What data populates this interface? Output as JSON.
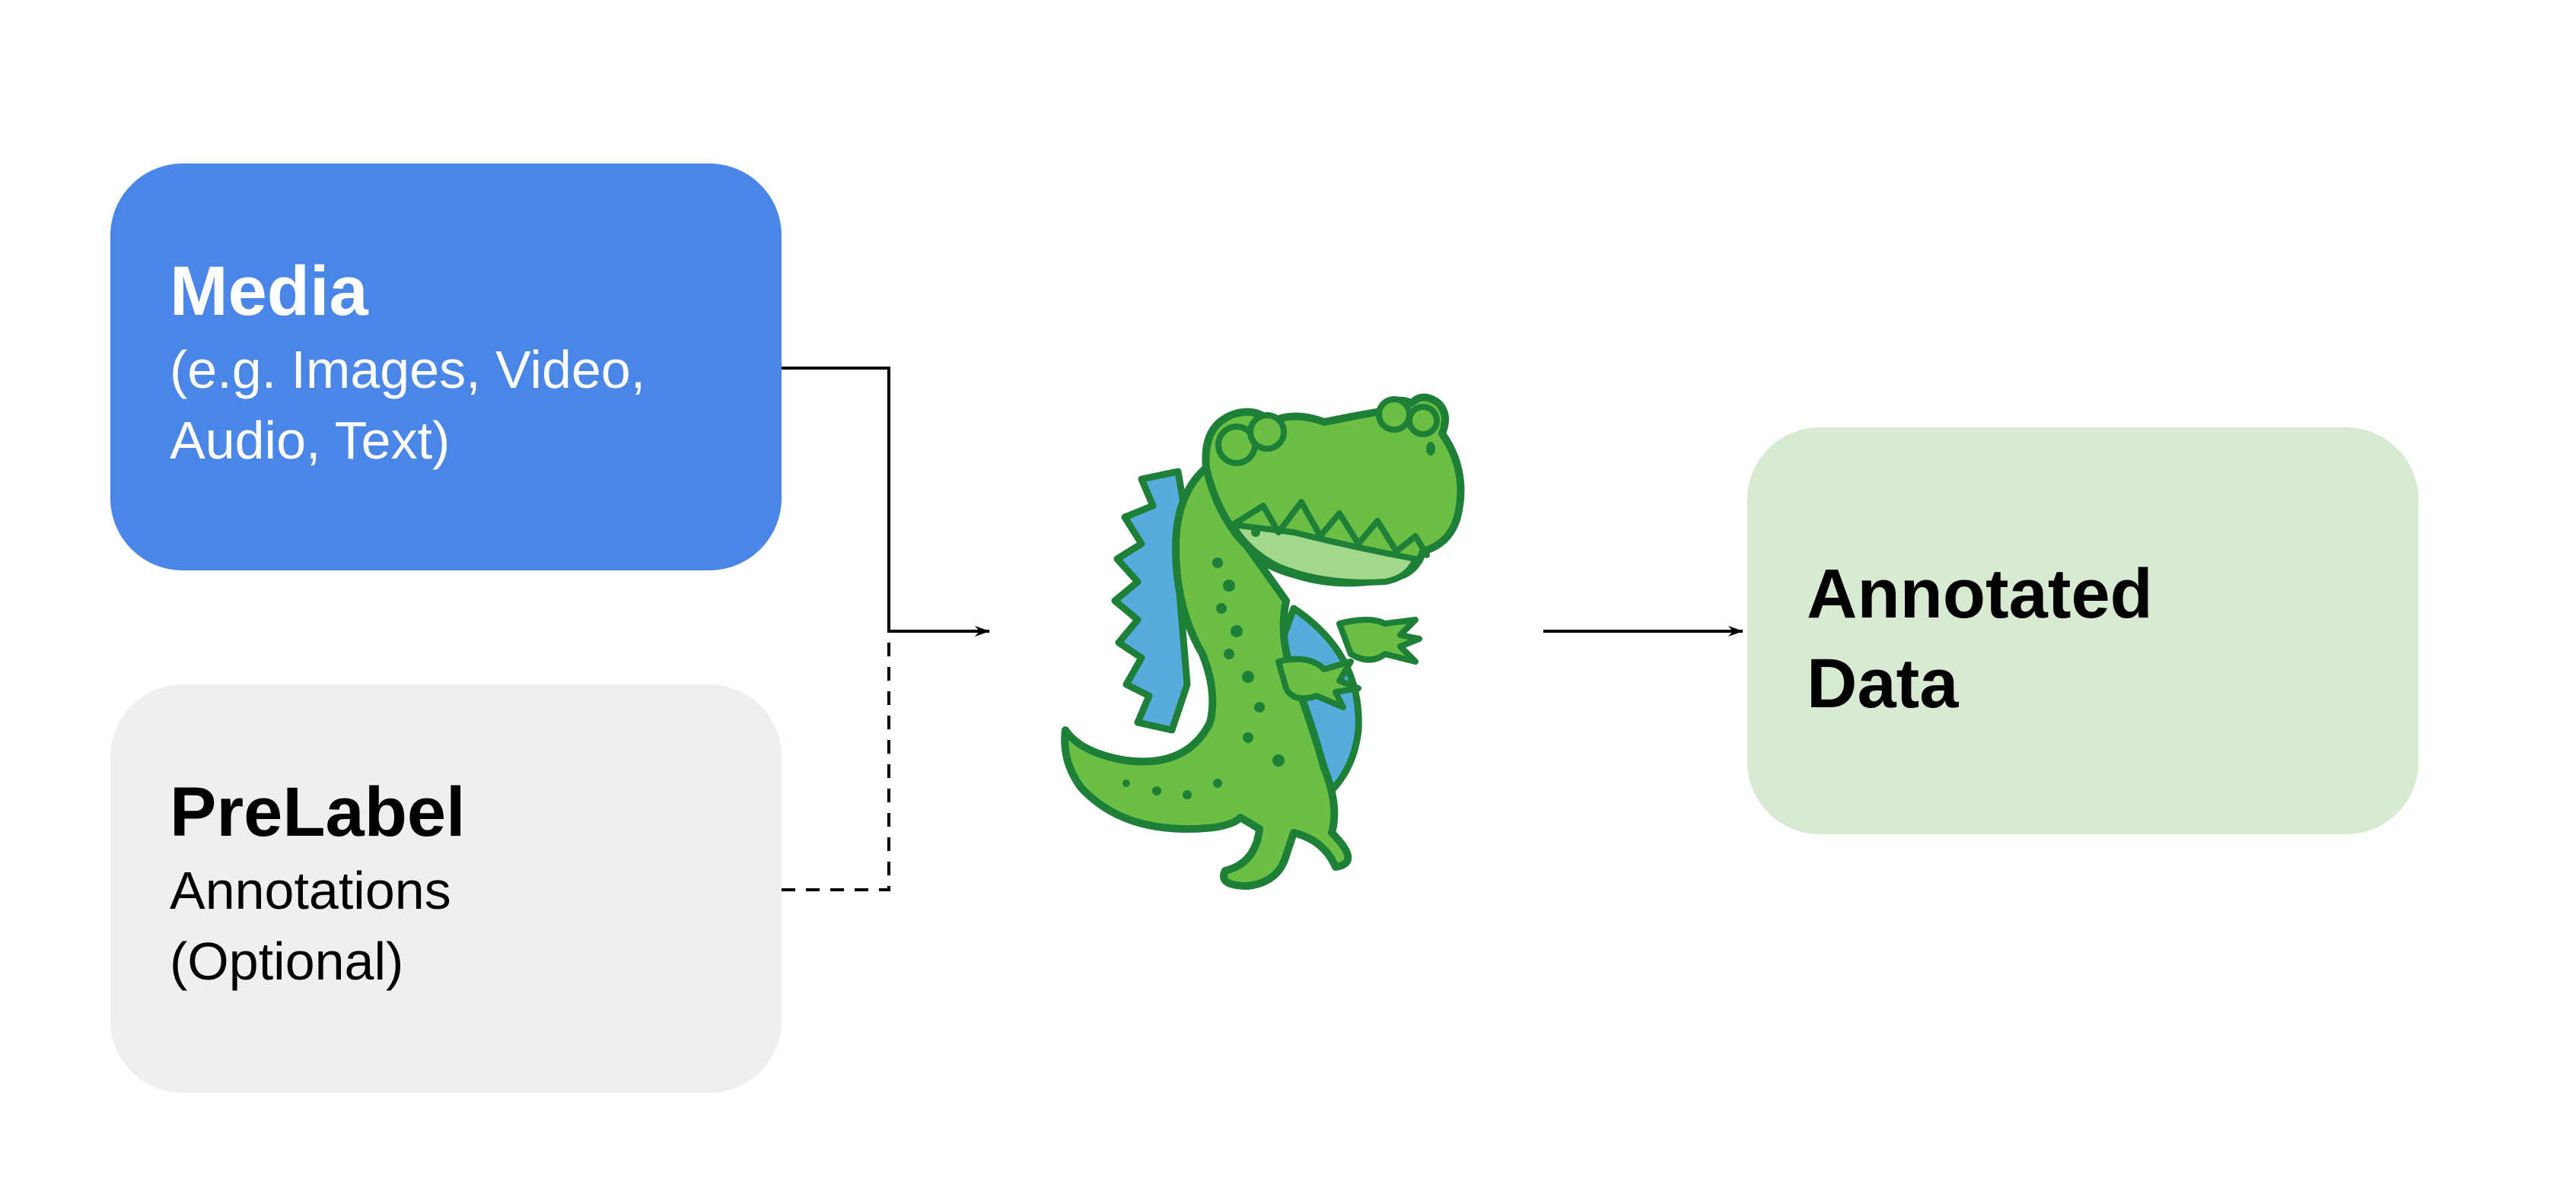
{
  "colors": {
    "media_box": "#4A86E8",
    "prelabel_box": "#EFEFEF",
    "output_box": "#D9EAD3",
    "connector": "#000000",
    "dino_body": "#6BBF45",
    "dino_outline": "#1E7F37",
    "dino_back": "#55ACDD",
    "dino_light": "#A2D88A"
  },
  "media": {
    "title": "Media",
    "lines": [
      "(e.g. Images, Video,",
      "Audio, Text)"
    ]
  },
  "prelabel": {
    "title": "PreLabel",
    "lines": [
      "Annotations",
      "(Optional)"
    ]
  },
  "output": {
    "lines": [
      "Annotated",
      "Data"
    ]
  },
  "mascot": {
    "icon": "dinosaur-mascot-icon"
  },
  "connectors": [
    {
      "from": "media",
      "to": "mascot",
      "style": "solid"
    },
    {
      "from": "prelabel",
      "to": "mascot",
      "style": "dashed"
    },
    {
      "from": "mascot",
      "to": "output",
      "style": "solid"
    }
  ]
}
